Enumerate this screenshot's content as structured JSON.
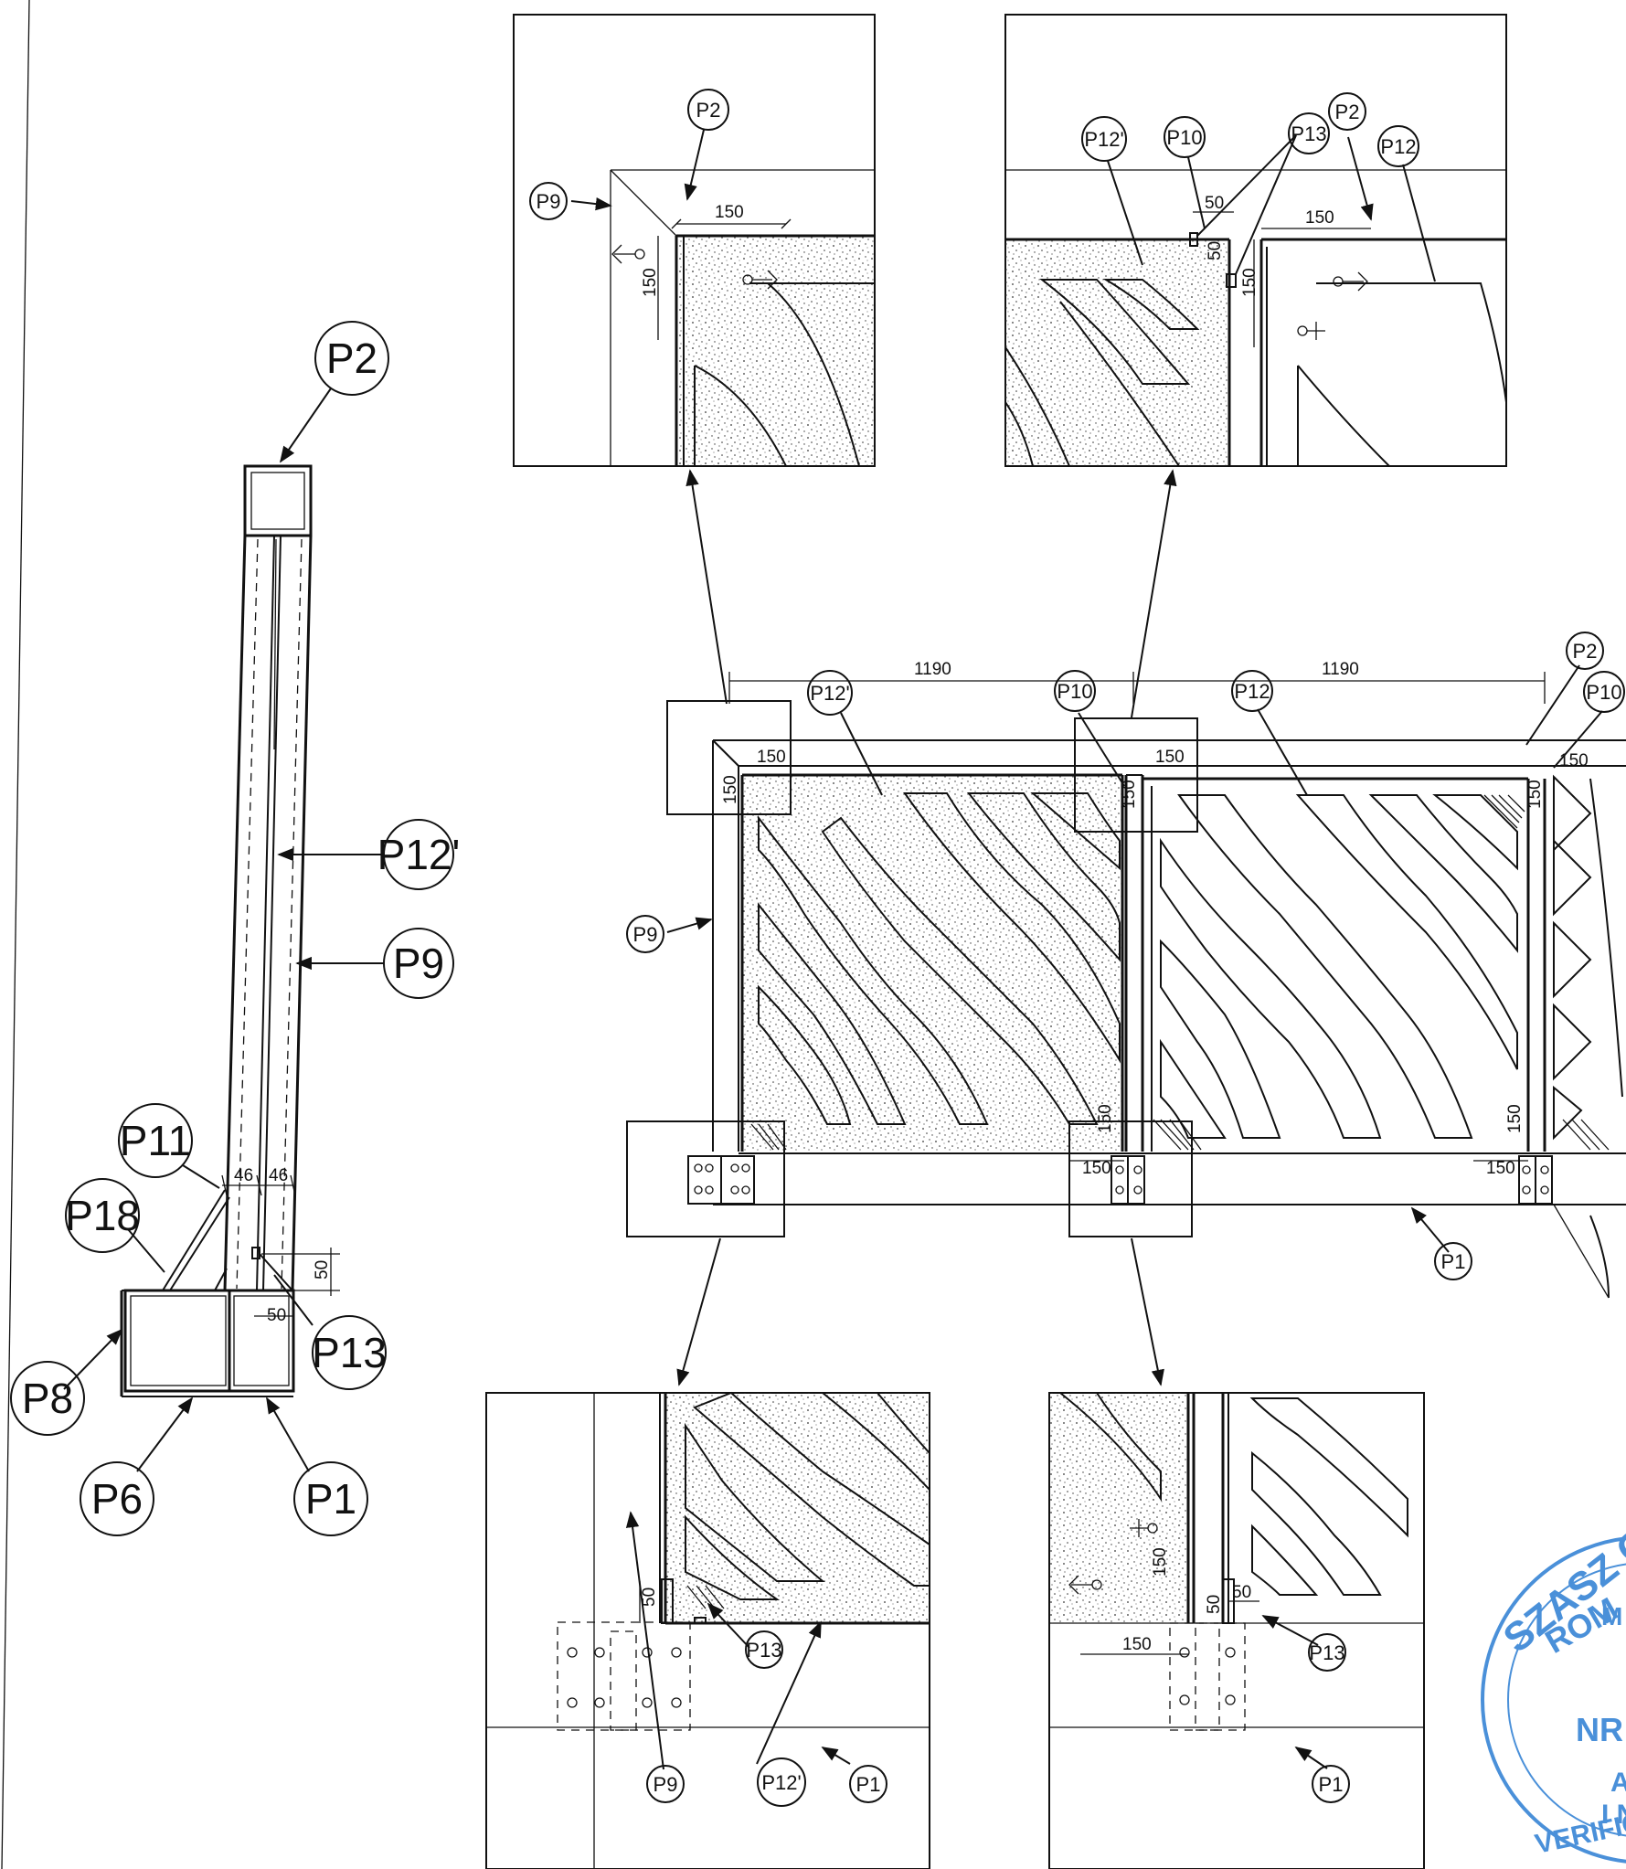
{
  "labels": {
    "p1": "P1",
    "p2": "P2",
    "p6": "P6",
    "p8": "P8",
    "p9": "P9",
    "p10": "P10",
    "p11": "P11",
    "p12": "P12",
    "p12prime": "P12'",
    "p12prime_side": "P12'",
    "p13": "P13",
    "p18": "P18"
  },
  "dimensions": {
    "span": "1190",
    "post": "150",
    "gap": "50",
    "offset": "46"
  },
  "stamp": {
    "line1": "SZASZ C",
    "line2": "ROM",
    "line3": "M",
    "line4": "NR",
    "line5": "A",
    "line6": "I N",
    "line7": "VERIFIC"
  }
}
